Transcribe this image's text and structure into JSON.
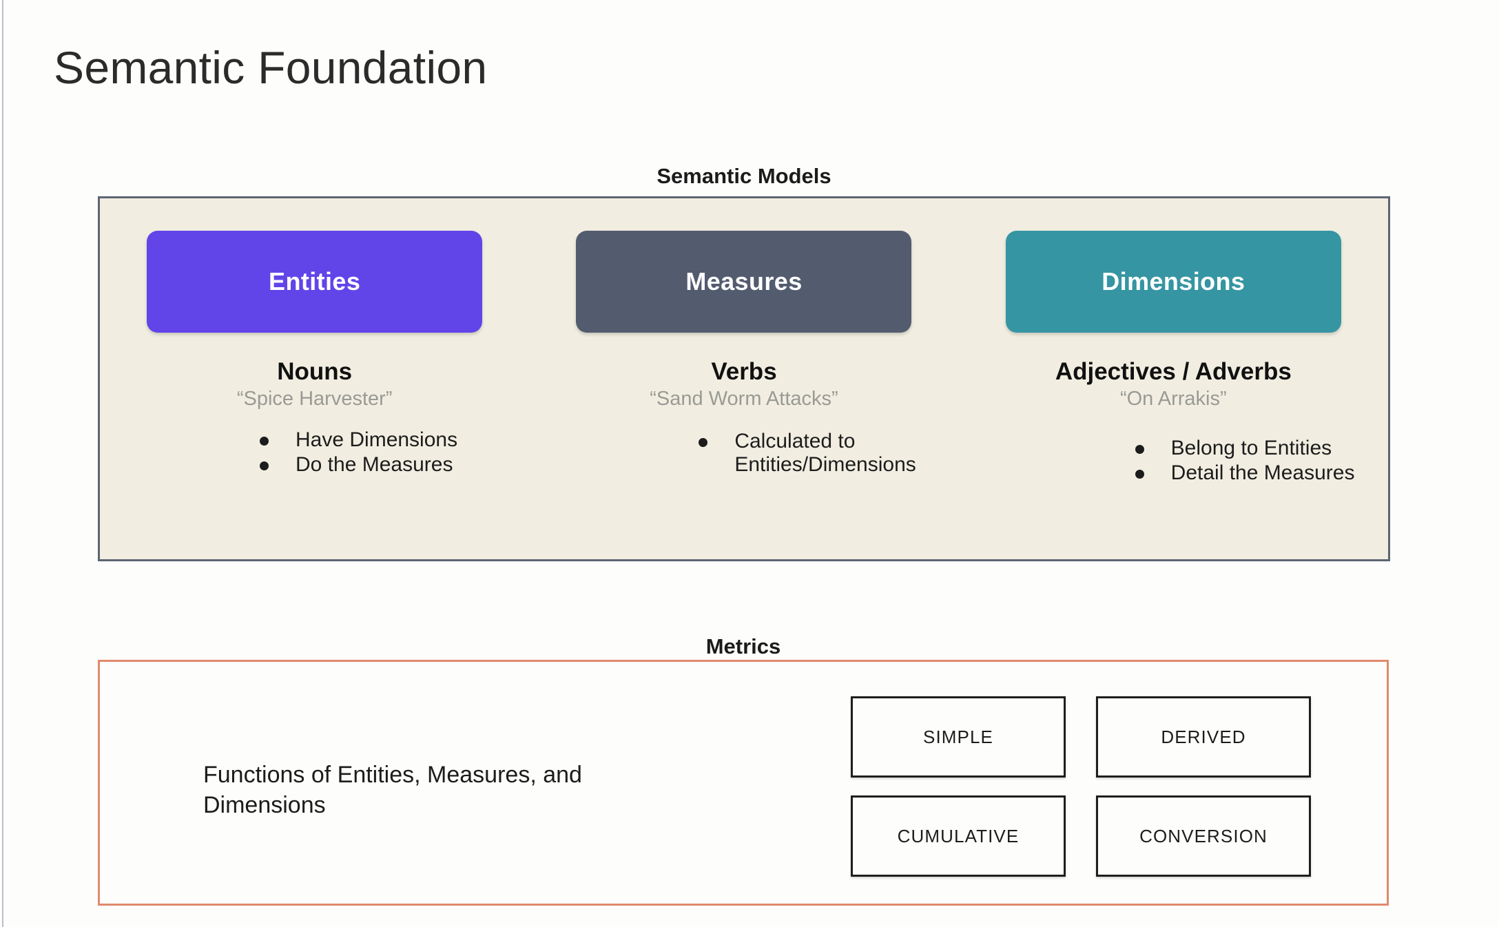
{
  "slide": {
    "title": "Semantic Foundation",
    "background_color": "#fdfdfb"
  },
  "semantic_models": {
    "caption": "Semantic Models",
    "panel_fill": "#f1eee1",
    "panel_border": "#5d6472",
    "columns": [
      {
        "pill_label": "Entities",
        "pill_color": "#6145e8",
        "part_of_speech": "Nouns",
        "example": "“Spice Harvester”",
        "bullets": [
          "Have Dimensions",
          "Do the Measures"
        ]
      },
      {
        "pill_label": "Measures",
        "pill_color": "#535b6f",
        "part_of_speech": "Verbs",
        "example": "“Sand Worm Attacks”",
        "bullets": [
          "Calculated to Entities/Dimensions"
        ]
      },
      {
        "pill_label": "Dimensions",
        "pill_color": "#3695a2",
        "part_of_speech": "Adjectives / Adverbs",
        "example": "“On Arrakis”",
        "bullets": [
          "Belong to Entities",
          "Detail the Measures"
        ]
      }
    ]
  },
  "metrics": {
    "caption": "Metrics",
    "panel_border": "#e08a6c",
    "description": "Functions of Entities, Measures, and Dimensions",
    "types": [
      "SIMPLE",
      "DERIVED",
      "CUMULATIVE",
      "CONVERSION"
    ]
  }
}
